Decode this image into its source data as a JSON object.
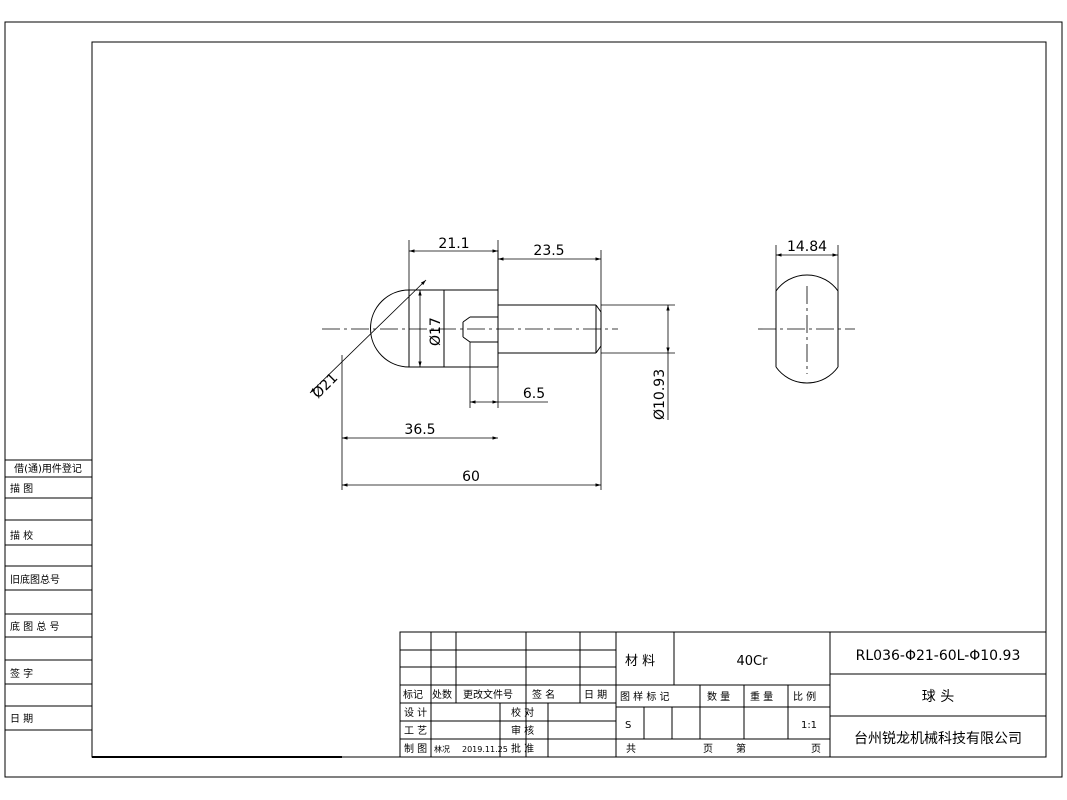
{
  "drawing": {
    "dimensions": {
      "d_21_1": "21.1",
      "d_23_5": "23.5",
      "d_14_84": "14.84",
      "d_phi17": "Ø17",
      "d_phi21": "Ø21",
      "d_6_5": "6.5",
      "d_36_5": "36.5",
      "d_60": "60",
      "d_phi10_93": "Ø10.93"
    }
  },
  "side_table": {
    "title": "借(通)用件登记",
    "rows": [
      "描      图",
      "描      校",
      "旧底图总号",
      "底 图 总 号",
      "签      字",
      "日      期"
    ]
  },
  "title_block": {
    "rev_headers": {
      "mark": "标记",
      "qty": "处数",
      "doc_no": "更改文件号",
      "sign": "签    名",
      "date": "日 期"
    },
    "roles": {
      "design": "设  计",
      "process": "工  艺",
      "drawn": "制  图",
      "proofread": "校  对",
      "review": "审  核",
      "approve": "批  准"
    },
    "drawn_by": "林况",
    "drawn_date": "2019.11.25",
    "material_label": "材  料",
    "material_value": "40Cr",
    "drawing_number": "RL036-Φ21-60L-Φ10.93",
    "part_name": "球 头",
    "company": "台州锐龙机械科技有限公司",
    "mark_label": "图  样  标  记",
    "quantity_label": "数  量",
    "weight_label": "重  量",
    "scale_label": "比  例",
    "mark_value": "S",
    "scale_value": "1:1",
    "total_label": "共",
    "page_label": "页",
    "sheet_label": "第",
    "page_label2": "页"
  }
}
